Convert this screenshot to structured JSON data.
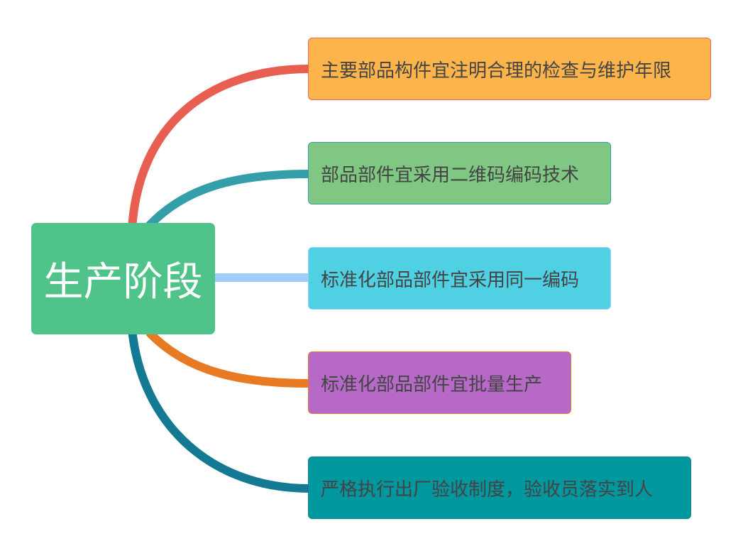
{
  "center": {
    "label": "生产阶段",
    "color": "#50c38b"
  },
  "branches": [
    {
      "label": "主要部品构件宜注明合理的检查与维护年限",
      "fill": "#fdb44b",
      "border": "#e8685a",
      "line": "#e85e50"
    },
    {
      "label": "部品部件宜采用二维码编码技术",
      "fill": "#80c783",
      "border": "#36a0a8",
      "line": "#349ea9"
    },
    {
      "label": "标准化部品部件宜采用同一编码",
      "fill": "#4fd0e3",
      "border": "#9ccdf8",
      "line": "#9ccdfc"
    },
    {
      "label": "标准化部品部件宜批量生产",
      "fill": "#b769c7",
      "border": "#e87a28",
      "line": "#e87a24"
    },
    {
      "label": "严格执行出厂验收制度，验收员落实到人",
      "fill": "#00979f",
      "border": "#137a94",
      "line": "#147a94"
    }
  ]
}
